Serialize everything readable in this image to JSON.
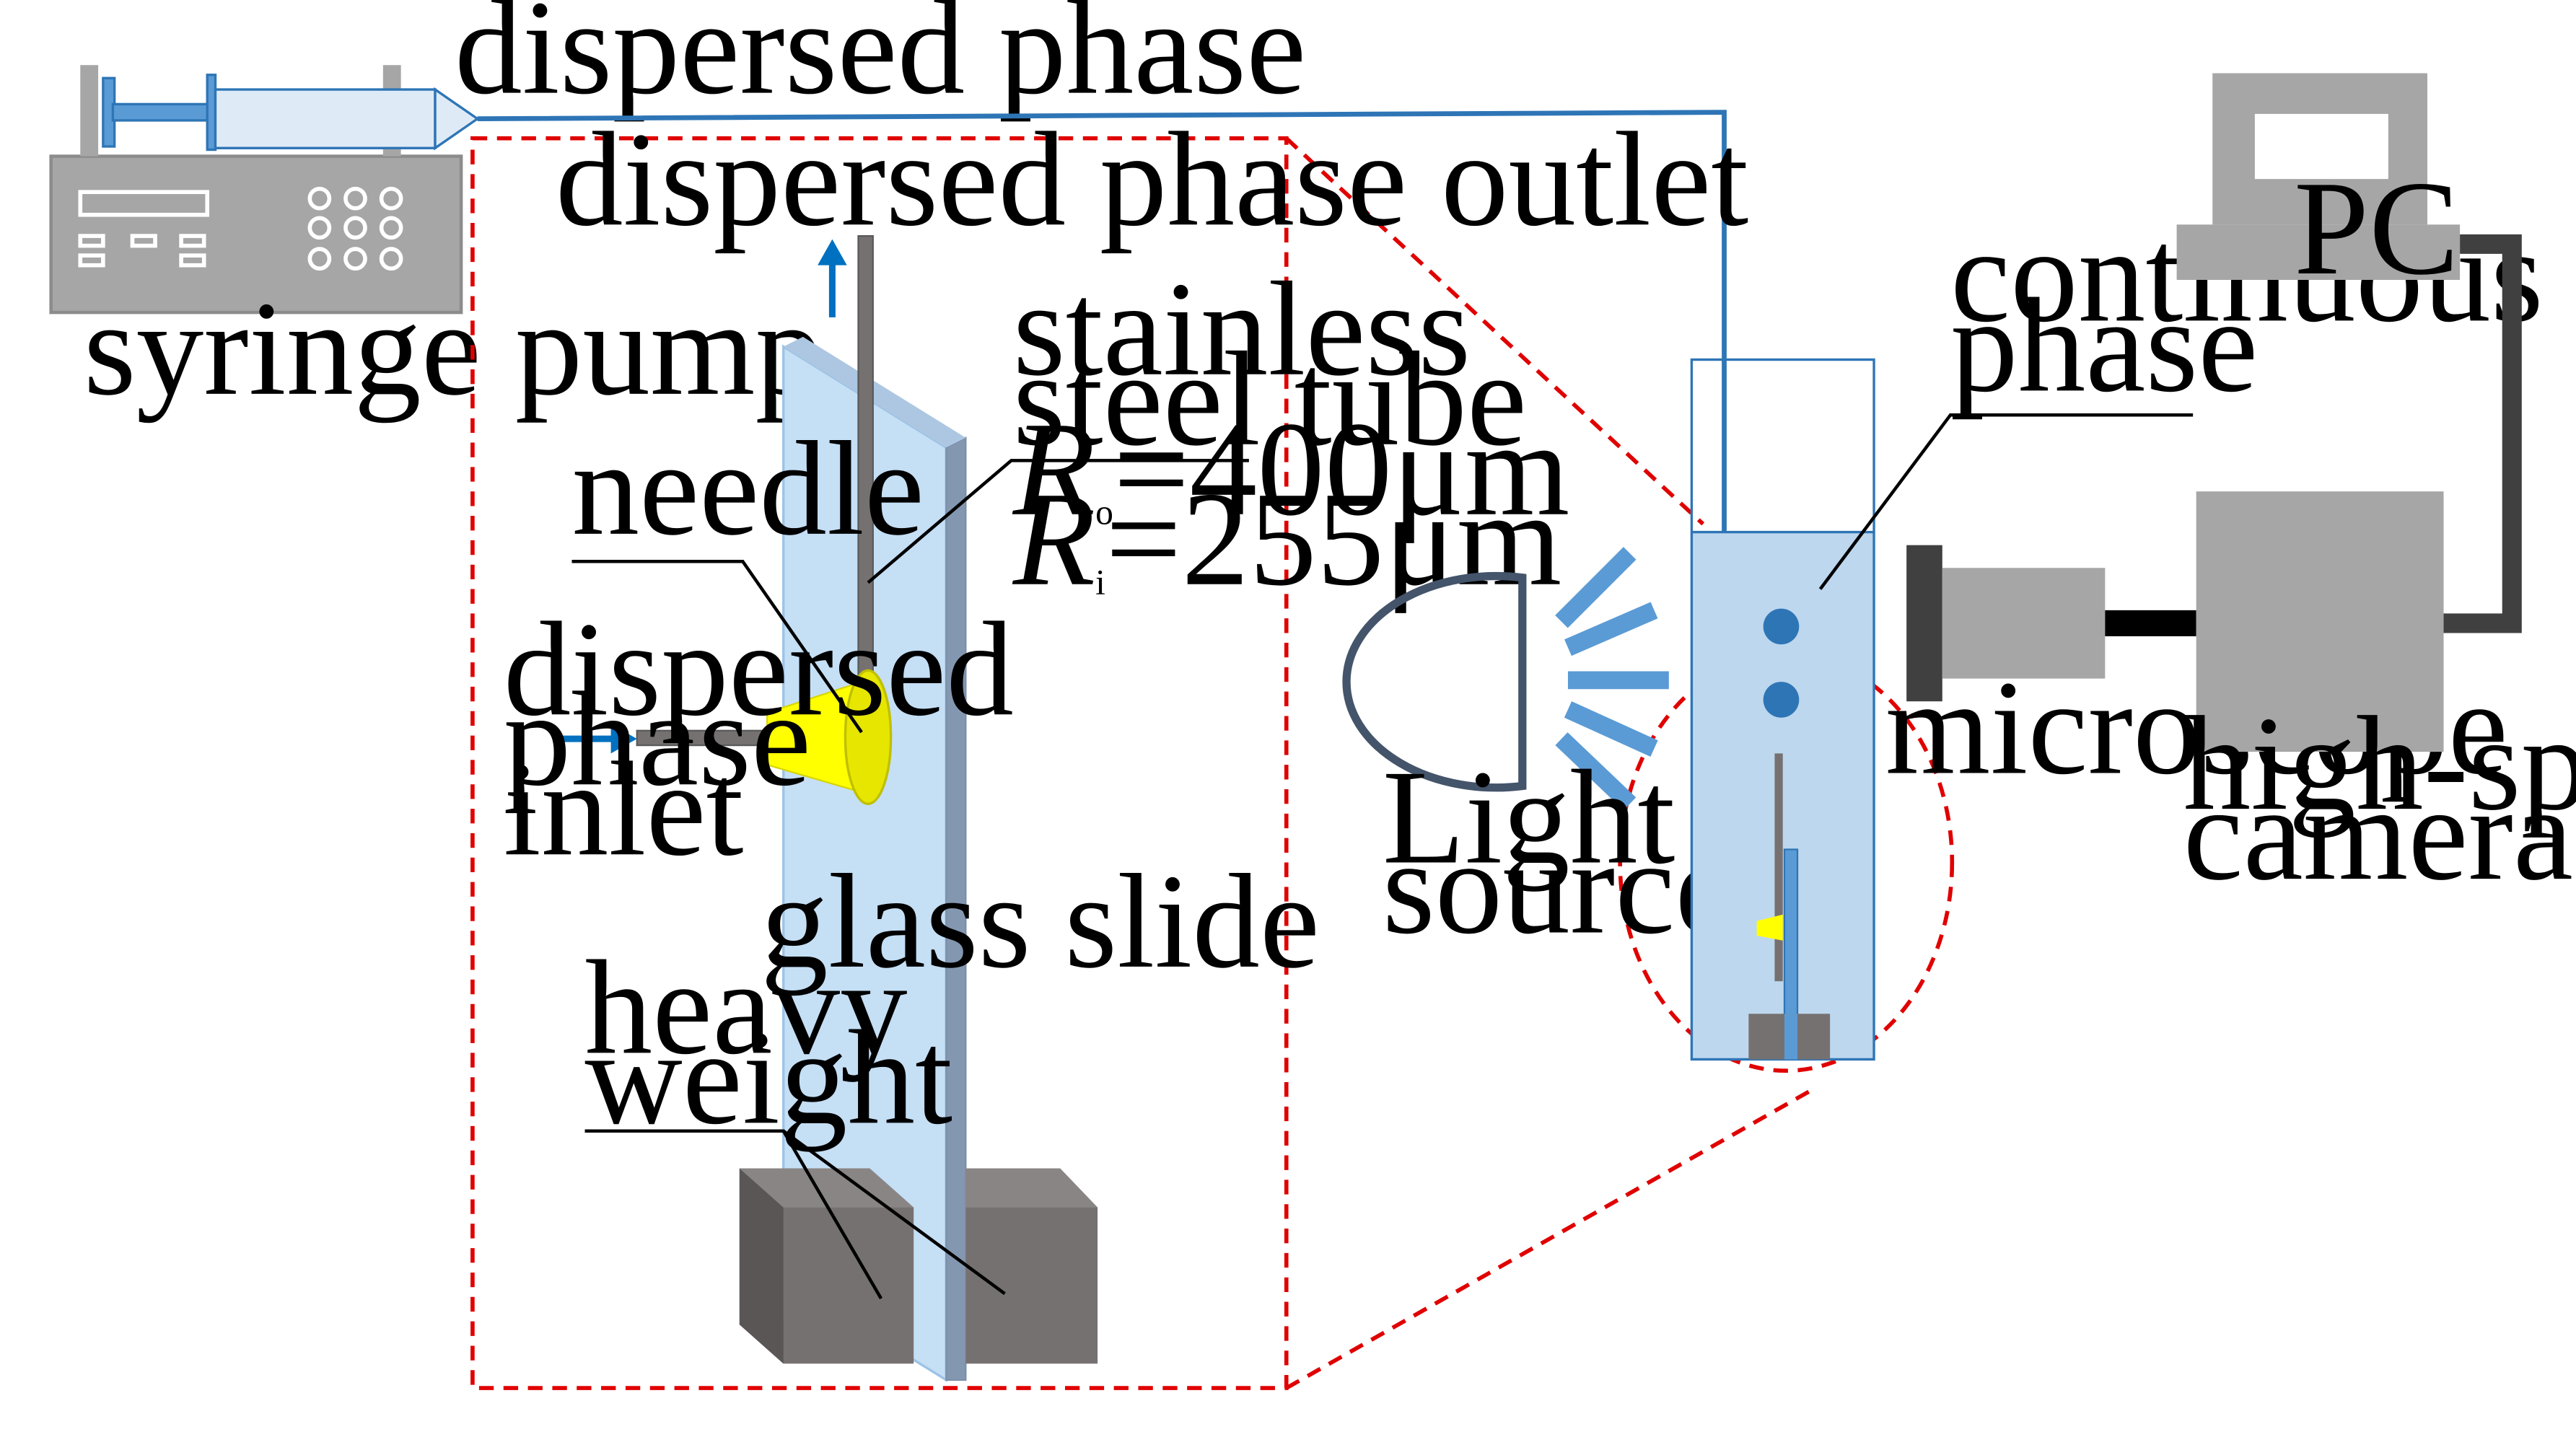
{
  "labels": {
    "dispersed_phase_top": "dispersed phase",
    "syringe_pump": "syringe pump",
    "dispersed_phase_outlet": "dispersed phase outlet",
    "stainless_line1": "stainless",
    "stainless_line2": "steel tube",
    "ro_symbol": "R",
    "ro_sub": "o",
    "ro_value": "=400μm",
    "ri_symbol": "R",
    "ri_sub": "i",
    "ri_value": "=255μm",
    "needle": "needle",
    "inlet_line1": "dispersed",
    "inlet_line2": "phase",
    "inlet_line3": "inlet",
    "glass_slide": "glass slide",
    "heavy": "heavy",
    "weight": "weight",
    "light_line1": "Light",
    "light_line2": "source",
    "continuous_line1": "continuous",
    "continuous_line2": "phase",
    "microscope": "microscope",
    "pc": "PC",
    "camera_line1": "high-speed",
    "camera_line2": "camera"
  },
  "colors": {
    "tube_blue": "#2e75b6",
    "liquid_blue": "#bdd7ee",
    "glass_blue": "#c5dff5",
    "zoom_red": "#e00000",
    "equipment_gray": "#a6a6a6",
    "weight_gray": "#767171",
    "needle_yellow": "#ffff00",
    "droplet_blue": "#2e75b6"
  }
}
